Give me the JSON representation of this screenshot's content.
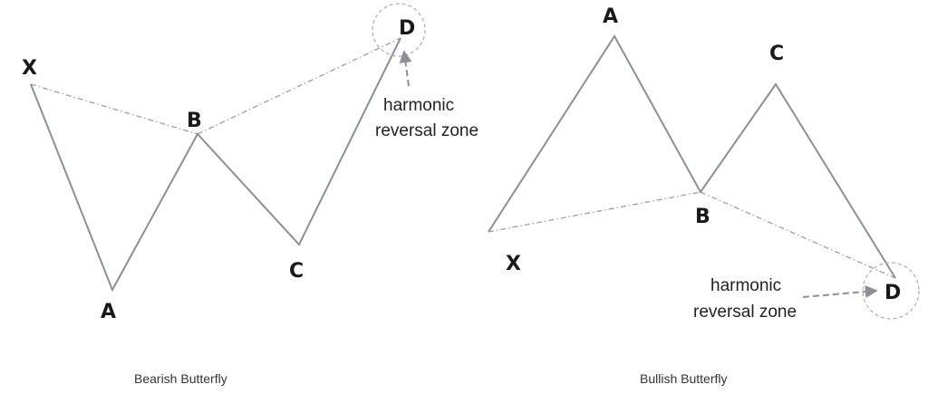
{
  "colors": {
    "line": "#8a9096",
    "dash": "#9aa0a6",
    "circle": "#a9adb1",
    "arrow": "#8a9096",
    "text": "#1a1a1a"
  },
  "left_diagram": {
    "caption": "Bearish Butterfly",
    "points": {
      "X": "X",
      "A": "A",
      "B": "B",
      "C": "C",
      "D": "D"
    },
    "zone_line1": "harmonic",
    "zone_line2": "reversal zone"
  },
  "right_diagram": {
    "caption": "Bullish Butterfly",
    "points": {
      "X": "X",
      "A": "A",
      "B": "B",
      "C": "C",
      "D": "D"
    },
    "zone_line1": "harmonic",
    "zone_line2": "reversal zone"
  }
}
